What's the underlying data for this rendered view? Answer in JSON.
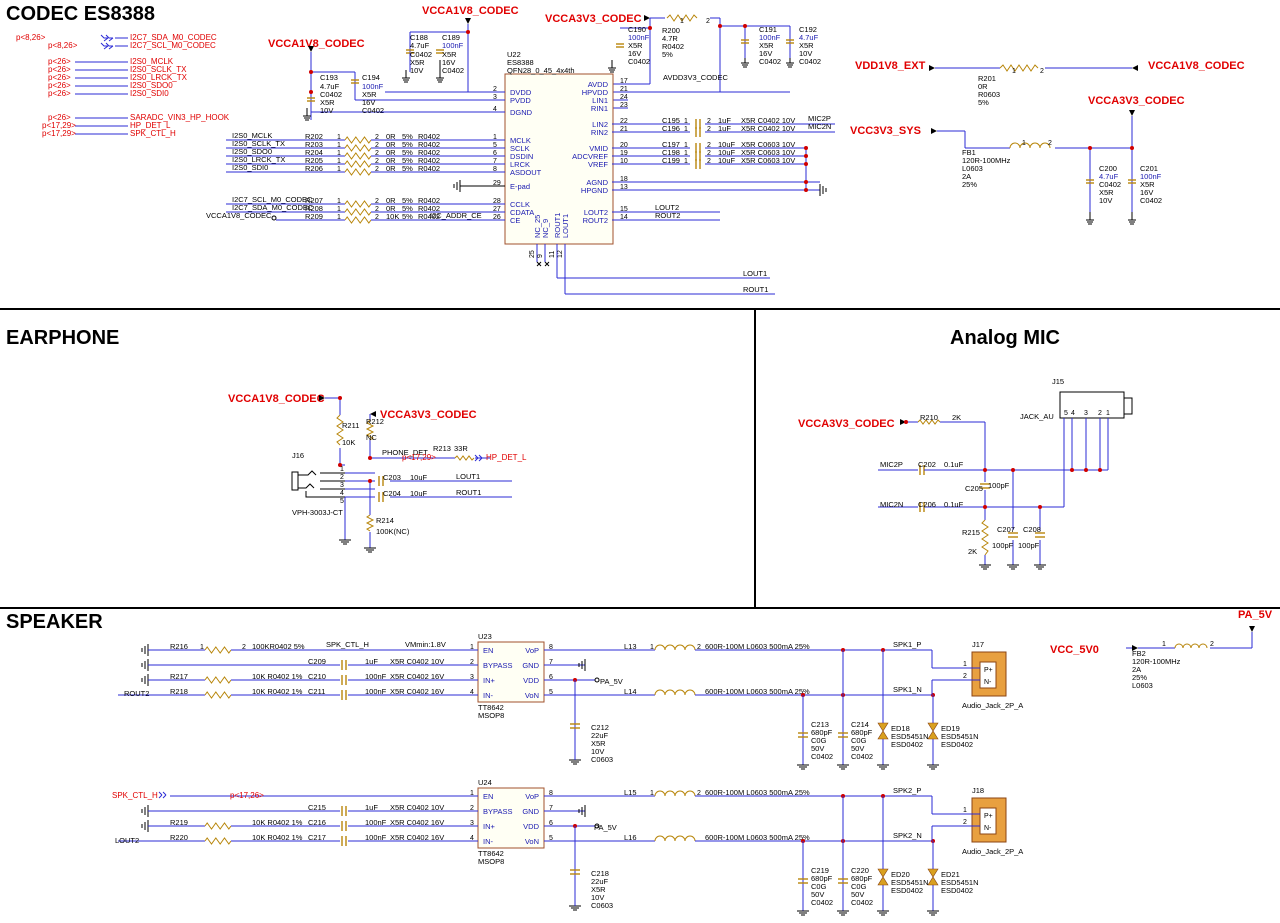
{
  "sections": {
    "codec": "CODEC ES8388",
    "earphone": "EARPHONE",
    "mic": "Analog MIC",
    "speaker": "SPEAKER"
  },
  "power": {
    "vcca1v8": "VCCA1V8_CODEC",
    "vcca3v3": "VCCA3V3_CODEC",
    "vdd1v8_ext": "VDD1V8_EXT",
    "vcc3v3_sys": "VCC3V3_SYS",
    "vcc_5v0": "VCC_5V0",
    "pa_5v": "PA_5V",
    "pa_5v_lbl": "PA_5V"
  },
  "offsheet": [
    {
      "ref": "p<8,26>",
      "net": "I2C7_SDA_M0_CODEC"
    },
    {
      "ref": "p<8,26>",
      "net": "I2C7_SCL_M0_CODEC"
    },
    {
      "ref": "p<26>",
      "net": "I2S0_MCLK"
    },
    {
      "ref": "p<26>",
      "net": "I2S0_SCLK_TX"
    },
    {
      "ref": "p<26>",
      "net": "I2S0_LRCK_TX"
    },
    {
      "ref": "p<26>",
      "net": "I2S0_SDO0"
    },
    {
      "ref": "p<26>",
      "net": "I2S0_SDI0"
    },
    {
      "ref": "p<26>",
      "net": "SARADC_VIN3_HP_HOOK"
    },
    {
      "ref": "p<17,29>",
      "net": "HP_DET_L"
    },
    {
      "ref": "p<17,29>",
      "net": "SPK_CTL_H"
    }
  ],
  "u22": {
    "ref": "U22",
    "part": "ES8388",
    "pkg": "QFN28_0_45_4x4th",
    "left_pins": [
      {
        "name": "DVDD",
        "num": "2"
      },
      {
        "name": "PVDD",
        "num": "3"
      },
      {
        "name": "DGND",
        "num": "4"
      },
      {
        "name": "MCLK",
        "num": "1"
      },
      {
        "name": "SCLK",
        "num": "5"
      },
      {
        "name": "DSDIN",
        "num": "6"
      },
      {
        "name": "LRCK",
        "num": "7"
      },
      {
        "name": "ASDOUT",
        "num": "8"
      },
      {
        "name": "E-pad",
        "num": "29"
      },
      {
        "name": "CCLK",
        "num": "28"
      },
      {
        "name": "CDATA",
        "num": "27"
      },
      {
        "name": "CE",
        "num": "26"
      }
    ],
    "right_pins": [
      {
        "name": "AVDD",
        "num": "17"
      },
      {
        "name": "HPVDD",
        "num": "21"
      },
      {
        "name": "LIN1",
        "num": "24"
      },
      {
        "name": "RIN1",
        "num": "23"
      },
      {
        "name": "LIN2",
        "num": "22"
      },
      {
        "name": "RIN2",
        "num": "21"
      },
      {
        "name": "VMID",
        "num": "20"
      },
      {
        "name": "ADCVREF",
        "num": "19"
      },
      {
        "name": "VREF",
        "num": "10"
      },
      {
        "name": "AGND",
        "num": "18"
      },
      {
        "name": "HPGND",
        "num": "13"
      },
      {
        "name": "LOUT2",
        "num": "15"
      },
      {
        "name": "ROUT2",
        "num": "14"
      }
    ],
    "bottom_pins": [
      {
        "name": "NC_25",
        "num": "25"
      },
      {
        "name": "NC_9",
        "num": "9"
      },
      {
        "name": "ROUT1",
        "num": "11"
      },
      {
        "name": "LOUT1",
        "num": "12"
      }
    ]
  },
  "series_res": [
    {
      "net": "I2S0_MCLK",
      "ref": "R202",
      "val": "0R",
      "tol": "5%",
      "pkg": "R0402"
    },
    {
      "net": "I2S0_SCLK_TX",
      "ref": "R203",
      "val": "0R",
      "tol": "5%",
      "pkg": "R0402"
    },
    {
      "net": "I2S0_SDO0",
      "ref": "R204",
      "val": "0R",
      "tol": "5%",
      "pkg": "R0402"
    },
    {
      "net": "I2S0_LRCK_TX",
      "ref": "R205",
      "val": "0R",
      "tol": "5%",
      "pkg": "R0402"
    },
    {
      "net": "I2S0_SDI0",
      "ref": "R206",
      "val": "0R",
      "tol": "5%",
      "pkg": "R0402"
    },
    {
      "net": "I2C7_SCL_M0_CODEC",
      "ref": "R207",
      "val": "0R",
      "tol": "5%",
      "pkg": "R0402"
    },
    {
      "net": "I2C7_SDA_M0_CODEC",
      "ref": "R208",
      "val": "0R",
      "tol": "5%",
      "pkg": "R0402"
    },
    {
      "net": "VCCA1V8_CODEC",
      "ref": "R209",
      "val": "10K",
      "tol": "5%",
      "pkg": "R0402"
    }
  ],
  "i2c_addr": "I2C_ADDR_CE",
  "codec_caps": {
    "c188": [
      "C188",
      "4.7uF",
      "C0402",
      "X5R",
      "10V"
    ],
    "c189": [
      "C189",
      "100nF",
      "X5R",
      "16V",
      "C0402"
    ],
    "c193": [
      "C193",
      "4.7uF",
      "C0402",
      "X5R",
      "10V"
    ],
    "c194": [
      "C194",
      "100nF",
      "X5R",
      "16V",
      "C0402"
    ],
    "c190": [
      "C190",
      "100nF",
      "X5R",
      "16V",
      "C0402"
    ],
    "r200": [
      "R200",
      "4.7R",
      "R0402",
      "5%"
    ],
    "c191": [
      "C191",
      "100nF",
      "X5R",
      "16V",
      "C0402"
    ],
    "c192": [
      "C192",
      "4.7uF",
      "X5R",
      "10V",
      "C0402"
    ],
    "avdd_net": "AVDD3V3_CODEC"
  },
  "codec_right": {
    "mic2p": "MIC2P",
    "mic2n": "MIC2N",
    "caps": [
      {
        "ref": "C195",
        "v": "1uF",
        "spec": "X5R C0402 10V"
      },
      {
        "ref": "C196",
        "v": "1uF",
        "spec": "X5R C0402 10V"
      },
      {
        "ref": "C197",
        "v": "10uF",
        "spec": "X5R C0603 10V"
      },
      {
        "ref": "C198",
        "v": "10uF",
        "spec": "X5R C0603 10V"
      },
      {
        "ref": "C199",
        "v": "10uF",
        "spec": "X5R C0603 10V"
      }
    ],
    "lout2": "LOUT2",
    "rout2": "ROUT2",
    "lout1": "LOUT1",
    "rout1": "ROUT1"
  },
  "pwr_right": {
    "r201": [
      "R201",
      "0R",
      "R0603",
      "5%"
    ],
    "fb1": [
      "FB1",
      "120R-100MHz",
      "L0603",
      "2A",
      "25%"
    ],
    "c200": [
      "C200",
      "4.7uF",
      "C0402",
      "X5R",
      "10V"
    ],
    "c201": [
      "C201",
      "100nF",
      "X5R",
      "16V",
      "C0402"
    ]
  },
  "earphone": {
    "r211": [
      "R211",
      "10K"
    ],
    "r212": [
      "R212",
      "NC"
    ],
    "phone_det": "PHONE_DET",
    "r213": [
      "R213",
      "33R"
    ],
    "ref17": "p<17,29>",
    "hp_det": "HP_DET_L",
    "j16": "J16",
    "j16_part": "VPH-3003J-CT",
    "c203": [
      "C203",
      "10uF"
    ],
    "c204": [
      "C204",
      "10uF"
    ],
    "lout1": "LOUT1",
    "rout1": "ROUT1",
    "r214": [
      "R214",
      "100K(NC)"
    ]
  },
  "mic": {
    "j15": "J15",
    "jack": "JACK_AU",
    "r210": [
      "R210",
      "2K"
    ],
    "mic2p": "MIC2P",
    "mic2n": "MIC2N",
    "c202": [
      "C202",
      "0.1uF"
    ],
    "c206": [
      "C206",
      "0.1uF"
    ],
    "c205": [
      "C205",
      "100pF"
    ],
    "r215": [
      "R215",
      "2K"
    ],
    "c207": [
      "C207",
      "100pF"
    ],
    "c208": [
      "C208",
      "100pF"
    ]
  },
  "speaker": {
    "r216": [
      "R216",
      "100KR0402 5%"
    ],
    "spk_ctl": "SPK_CTL_H",
    "vmin": "VMmin:1.8V",
    "u23": [
      "U23",
      "TT8642",
      "MSOP8"
    ],
    "u24": [
      "U24",
      "TT8642",
      "MSOP8"
    ],
    "amp_pins_l": [
      [
        "EN",
        "1"
      ],
      [
        "BYPASS",
        "2"
      ],
      [
        "IN+",
        "3"
      ],
      [
        "IN-",
        "4"
      ]
    ],
    "amp_pins_r": [
      [
        "VoP",
        "8"
      ],
      [
        "GND",
        "7"
      ],
      [
        "VDD",
        "6"
      ],
      [
        "VoN",
        "5"
      ]
    ],
    "c209": [
      "C209",
      "1uF",
      "X5R C0402 10V"
    ],
    "r217": [
      "R217",
      "10K R0402 1%"
    ],
    "c210": [
      "C210",
      "100nF",
      "X5R C0402 16V"
    ],
    "rout2": "ROUT2",
    "r218": [
      "R218",
      "10K R0402 1%"
    ],
    "c211": [
      "C211",
      "100nF",
      "X5R C0402 16V"
    ],
    "l13": [
      "L13",
      "600R-100M L0603 500mA 25%"
    ],
    "l14": [
      "L14",
      "600R-100M L0603 500mA 25%"
    ],
    "spk1p": "SPK1_P",
    "spk1n": "SPK1_N",
    "c212": [
      "C212",
      "22uF",
      "X5R",
      "10V",
      "C0603"
    ],
    "c213": [
      "C213",
      "680pF",
      "C0G",
      "50V",
      "C0402"
    ],
    "c214": [
      "C214",
      "680pF",
      "C0G",
      "50V",
      "C0402"
    ],
    "ed18": [
      "ED18",
      "ESD5451N",
      "ESD0402"
    ],
    "ed19": [
      "ED19",
      "ESD5451N",
      "ESD0402"
    ],
    "j17": [
      "J17",
      "Audio_Jack_2P_A"
    ],
    "spk_ctl2": "SPK_CTL_H",
    "ref17": "p<17,26>",
    "c215": [
      "C215",
      "1uF",
      "X5R C0402 10V"
    ],
    "r219": [
      "R219",
      "10K R0402 1%"
    ],
    "c216": [
      "C216",
      "100nF",
      "X5R C0402 16V"
    ],
    "lout2": "LOUT2",
    "r220": [
      "R220",
      "10K R0402 1%"
    ],
    "c217": [
      "C217",
      "100nF",
      "X5R C0402 16V"
    ],
    "l15": [
      "L15",
      "600R-100M L0603 500mA 25%"
    ],
    "l16": [
      "L16",
      "600R-100M L0603 500mA 25%"
    ],
    "spk2p": "SPK2_P",
    "spk2n": "SPK2_N",
    "c218": [
      "C218",
      "22uF",
      "X5R",
      "10V",
      "C0603"
    ],
    "c219": [
      "C219",
      "680pF",
      "C0G",
      "50V",
      "C0402"
    ],
    "c220": [
      "C220",
      "680pF",
      "C0G",
      "50V",
      "C0402"
    ],
    "ed20": [
      "ED20",
      "ESD5451N",
      "ESD0402"
    ],
    "ed21": [
      "ED21",
      "ESD5451N",
      "ESD0402"
    ],
    "j18": [
      "J18",
      "Audio_Jack_2P_A"
    ],
    "fb2": [
      "FB2",
      "120R-100MHz",
      "2A",
      "25%",
      "L0603"
    ]
  }
}
